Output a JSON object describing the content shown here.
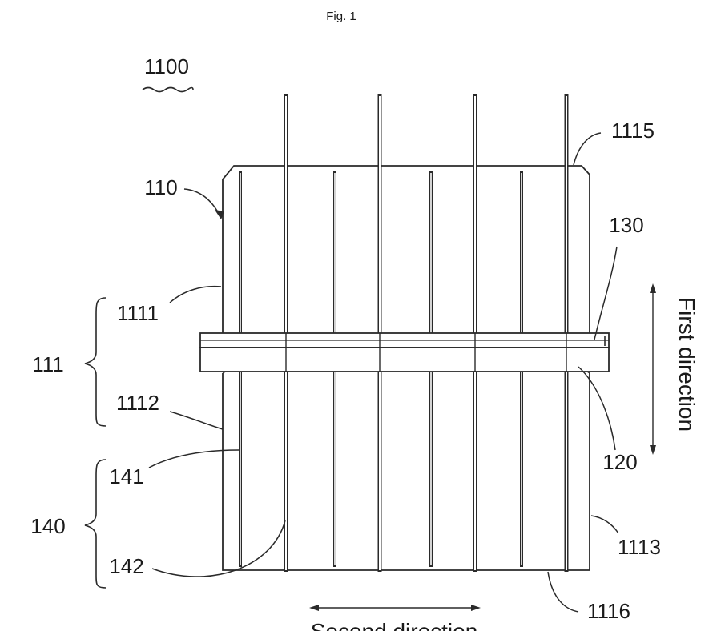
{
  "figure_title": "Fig. 1",
  "labels": {
    "assembly": "1100",
    "plate": "110",
    "part_111": "111",
    "upper_portion": "1111",
    "lower_portion": "1112",
    "side_edge": "1113",
    "top_edge": "1115",
    "bottom_edge": "1116",
    "bar_120": "120",
    "bar_130": "130",
    "part_140": "140",
    "short_lines_141": "141",
    "long_lines_142": "142",
    "first_direction": "First direction",
    "second_direction": "Second direction"
  }
}
